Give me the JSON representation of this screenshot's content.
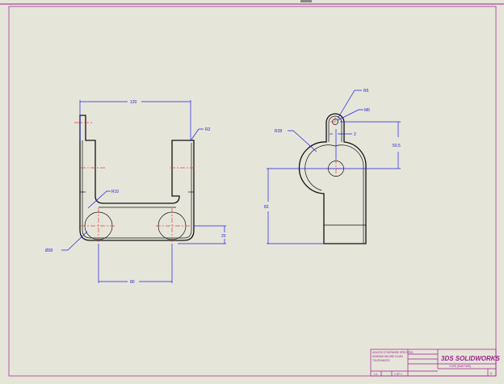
{
  "drawing": {
    "front_view": {
      "width_dim": "120",
      "radius_top": "R2",
      "radius_inner": "R10",
      "diameter": "Ø30",
      "height_dim": "20",
      "spacing_dim": "80"
    },
    "side_view": {
      "radius_small": "R5",
      "thread": "M6",
      "thickness": "2",
      "radius_large": "R28",
      "height_top": "50.5",
      "height_bottom": "82"
    }
  },
  "title_block": {
    "logo": "3DS SOLIDWORKS",
    "part_name": "YOKE (SAW FWD)",
    "scale": "1:1",
    "sheet": "1 OF 1",
    "size": "A",
    "notes": [
      "UNLESS OTHERWISE SPECIFIED",
      "DIMENSIONS ARE IN MM",
      "TOLERANCES"
    ]
  },
  "colors": {
    "frame": "#9c1e8c",
    "dimension": "#2020e0",
    "centerline": "#e04040"
  }
}
